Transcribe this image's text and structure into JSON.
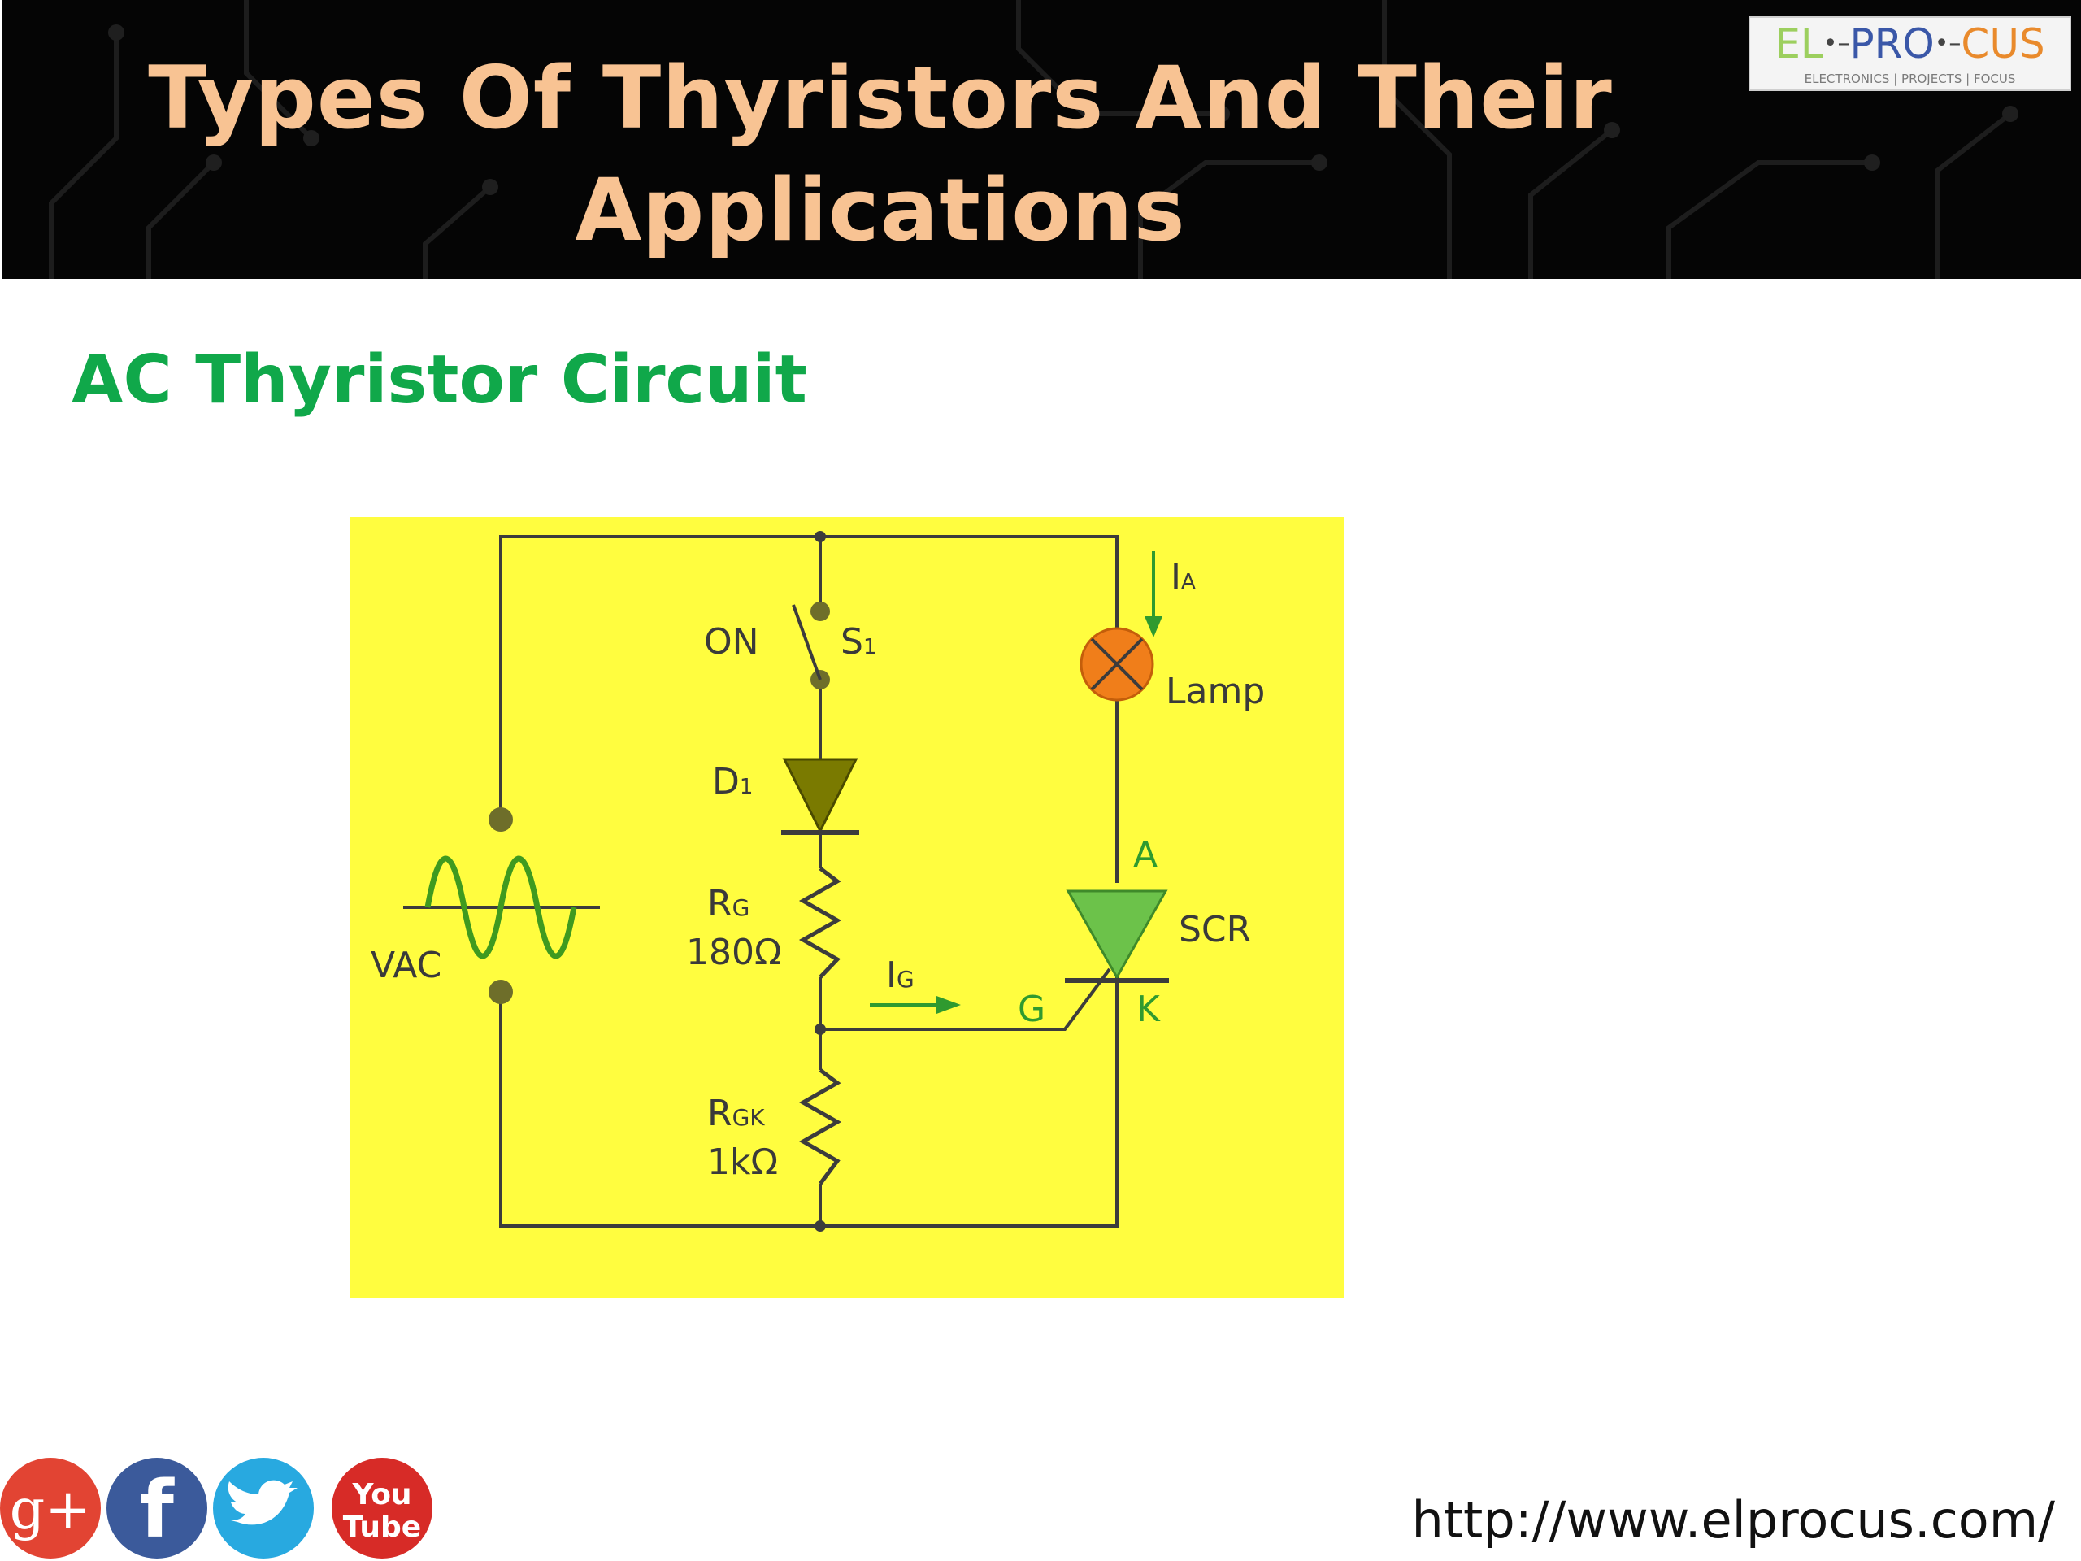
{
  "header": {
    "title_line1": "Types Of Thyristors And Their",
    "title_line2": "Applications",
    "logo": {
      "part_el": "EL",
      "part_pro": "PRO",
      "part_cus": "CUS",
      "tagline": "ELECTRONICS | PROJECTS | FOCUS"
    }
  },
  "section": {
    "title": "AC Thyristor Circuit"
  },
  "circuit": {
    "switch_state": "ON",
    "switch_name": "S",
    "switch_sub": "1",
    "anode_current": "I",
    "anode_current_sub": "A",
    "lamp": "Lamp",
    "diode_name": "D",
    "diode_sub": "1",
    "anode": "A",
    "scr": "SCR",
    "rg_name": "R",
    "rg_sub": "G",
    "rg_value": "180Ω",
    "gate_current": "I",
    "gate_current_sub": "G",
    "gate": "G",
    "cathode": "K",
    "source": "VAC",
    "rgk_name": "R",
    "rgk_sub": "GK",
    "rgk_value": "1kΩ"
  },
  "social": {
    "gplus": "g+",
    "facebook": "f",
    "youtube_you": "You",
    "youtube_tube": "Tube"
  },
  "footer": {
    "url": "http://www.elprocus.com/"
  },
  "colors": {
    "header_bg": "#050505",
    "title": "#f8c393",
    "section_title": "#10a84a",
    "circuit_bg": "#fffd3f",
    "wire": "#3c3c3c",
    "green_element": "#4caf3a",
    "lamp": "#f07e1a",
    "diode": "#7a7a00"
  }
}
